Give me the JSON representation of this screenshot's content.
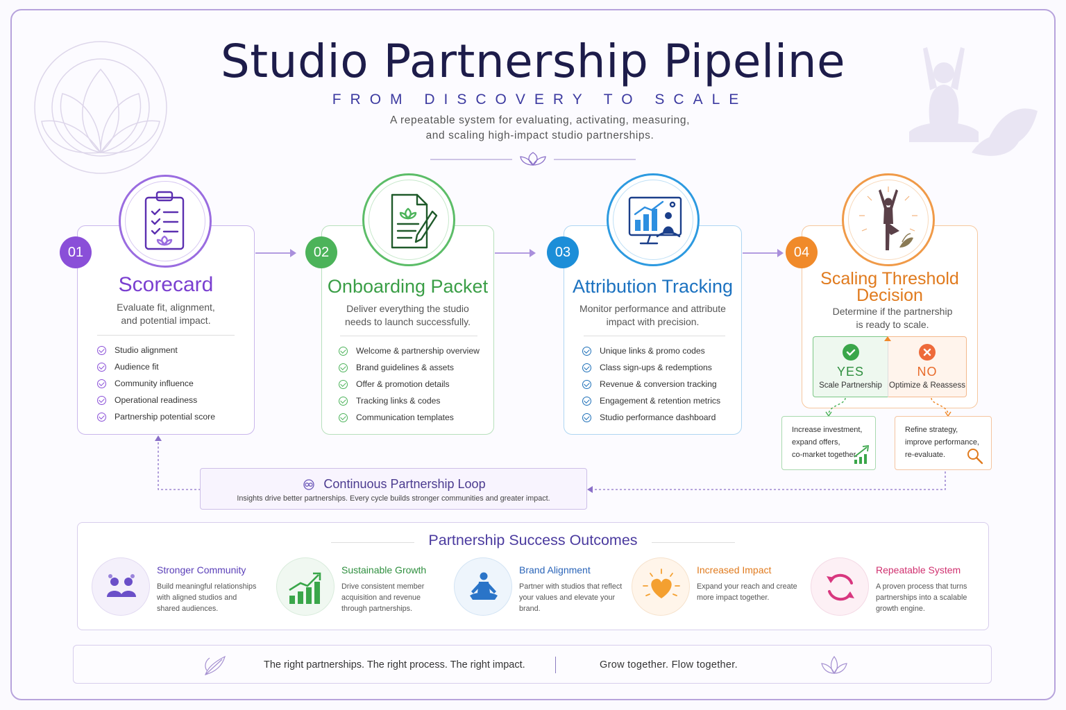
{
  "header": {
    "title": "Studio Partnership Pipeline",
    "tagline": "FROM DISCOVERY TO SCALE",
    "description_line1": "A repeatable system for evaluating, activating, measuring,",
    "description_line2": "and scaling high-impact studio partnerships."
  },
  "colors": {
    "purple": "#8a4fd8",
    "green": "#4cb35a",
    "blue": "#1c8ed8",
    "orange": "#f08a2a",
    "navy": "#1d1c4a"
  },
  "steps": [
    {
      "number": "01",
      "title": "Scorecard",
      "desc_line1": "Evaluate fit, alignment,",
      "desc_line2": "and potential impact.",
      "icon": "clipboard-checklist-icon",
      "items": [
        "Studio alignment",
        "Audience fit",
        "Community influence",
        "Operational readiness",
        "Partnership potential score"
      ]
    },
    {
      "number": "02",
      "title": "Onboarding Packet",
      "desc_line1": "Deliver everything the studio",
      "desc_line2": "needs to launch successfully.",
      "icon": "document-pen-icon",
      "items": [
        "Welcome & partnership overview",
        "Brand guidelines & assets",
        "Offer & promotion details",
        "Tracking links & codes",
        "Communication templates"
      ]
    },
    {
      "number": "03",
      "title": "Attribution Tracking",
      "desc_line1": "Monitor performance and attribute",
      "desc_line2": "impact with precision.",
      "icon": "analytics-monitor-icon",
      "items": [
        "Unique links & promo codes",
        "Class sign-ups & redemptions",
        "Revenue & conversion tracking",
        "Engagement & retention metrics",
        "Studio performance dashboard"
      ]
    },
    {
      "number": "04",
      "title_line1": "Scaling Threshold",
      "title_line2": "Decision",
      "desc_line1": "Determine if the partnership",
      "desc_line2": "is ready to scale.",
      "icon": "yoga-tree-pose-icon",
      "yes": {
        "word": "YES",
        "label": "Scale Partnership",
        "outcome": [
          "Increase investment,",
          "expand offers,",
          "co-market together."
        ]
      },
      "no": {
        "word": "NO",
        "label": "Optimize & Reassess",
        "outcome": [
          "Refine strategy,",
          "improve performance,",
          "re-evaluate."
        ]
      }
    }
  ],
  "loop": {
    "title": "Continuous Partnership Loop",
    "subtitle": "Insights drive better partnerships. Every cycle builds stronger communities and greater impact."
  },
  "outcomes": {
    "title": "Partnership Success Outcomes",
    "items": [
      {
        "title": "Stronger Community",
        "text": "Build meaningful relationships with aligned studios and shared audiences.",
        "color": "#6a4fc8",
        "icon": "community-people-icon"
      },
      {
        "title": "Sustainable Growth",
        "text": "Drive consistent member acquisition and revenue through partnerships.",
        "color": "#3a9a48",
        "icon": "growth-chart-icon"
      },
      {
        "title": "Brand Alignment",
        "text": "Partner with studios that reflect your values and elevate your brand.",
        "color": "#2a74c8",
        "icon": "meditation-figure-icon"
      },
      {
        "title": "Increased Impact",
        "text": "Expand your reach and create more impact together.",
        "color": "#e07f25",
        "icon": "radiant-heart-icon"
      },
      {
        "title": "Repeatable System",
        "text": "A proven process that turns partnerships into a scalable growth engine.",
        "color": "#d8377f",
        "icon": "refresh-cycle-icon"
      }
    ]
  },
  "footer": {
    "left": "The right partnerships. The right process. The right impact.",
    "right": "Grow together. Flow together."
  }
}
